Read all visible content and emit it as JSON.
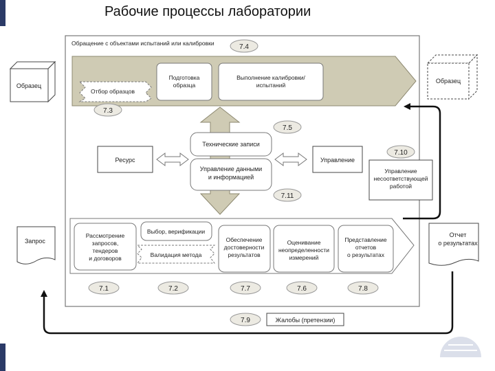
{
  "page": {
    "title": "Рабочие процессы лаборатории"
  },
  "diagram": {
    "frame_caption": "Обращение с объектами испытаний или калибровки",
    "clauses": {
      "c74": "7.4",
      "c73": "7.3",
      "c75": "7.5",
      "c710": "7.10",
      "c711": "7.11",
      "c71": "7.1",
      "c72": "7.2",
      "c77": "7.7",
      "c76": "7.6",
      "c78": "7.8",
      "c79": "7.9"
    },
    "top_band": {
      "sampling": "Отбор образцов",
      "preparation": [
        "Подготовка",
        "образца"
      ],
      "execution": [
        "Выполнение калибровки/",
        "испытаний"
      ]
    },
    "middle": {
      "resource": "Ресурс",
      "tech_records": "Технические записи",
      "data_mgmt": [
        "Управление данными",
        "и информацией"
      ],
      "management": "Управление",
      "nonconforming": [
        "Управление",
        "несоответствующей",
        "работой"
      ]
    },
    "bottom_band": {
      "requests": [
        "Рассмотрение",
        "запросов,",
        "тендеров",
        "и договоров"
      ],
      "selection": "Выбор, верификации",
      "validation": "Валидация метода",
      "validity": [
        "Обеспечение",
        "достоверности",
        "результатов"
      ],
      "uncertainty": [
        "Оценивание",
        "неопределенности",
        "измерений"
      ],
      "reporting": [
        "Представление",
        "отчетов",
        "о результатах"
      ]
    },
    "outside": {
      "sample_in": "Образец",
      "sample_out": "Образец",
      "request": "Запрос",
      "report": [
        "Отчет",
        "о результатах"
      ],
      "complaints": "Жалобы (претензии)"
    }
  },
  "colors": {
    "band_fill": "#cfcbb4",
    "bar_accent": "#2b3a67",
    "line": "#333333"
  }
}
